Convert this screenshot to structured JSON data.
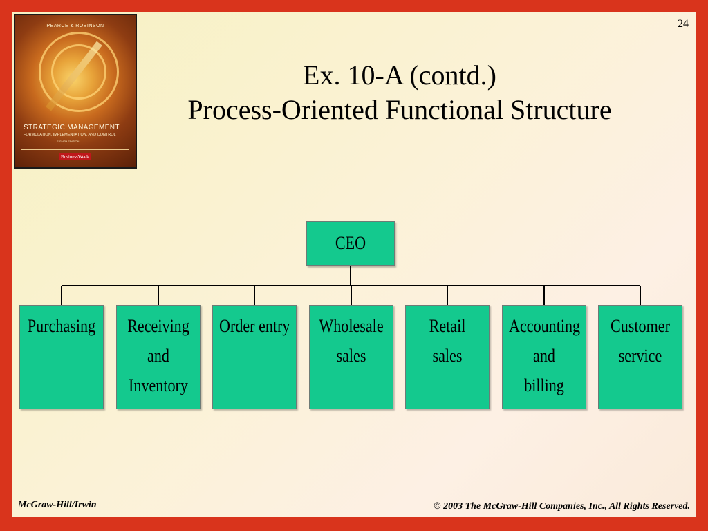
{
  "slide": {
    "number": "24",
    "title_line1": "Ex. 10-A (contd.)",
    "title_line2": "Process-Oriented Functional Structure"
  },
  "book_cover": {
    "author": "PEARCE & ROBINSON",
    "title": "STRATEGIC MANAGEMENT",
    "subtitle": "FORMULATION, IMPLEMENTATION, AND CONTROL",
    "edition": "EIGHTH EDITION",
    "badge": "BusinessWeek"
  },
  "org_chart": {
    "root": {
      "label_lines": [
        "CEO"
      ]
    },
    "children": [
      {
        "label_lines": [
          "Purchasing"
        ]
      },
      {
        "label_lines": [
          "Receiving",
          "and",
          "Inventory"
        ]
      },
      {
        "label_lines": [
          "Order entry"
        ]
      },
      {
        "label_lines": [
          "Wholesale",
          "sales"
        ]
      },
      {
        "label_lines": [
          "Retail",
          "sales"
        ]
      },
      {
        "label_lines": [
          "Accounting",
          "and",
          "billing"
        ]
      },
      {
        "label_lines": [
          "Customer",
          "service"
        ]
      }
    ]
  },
  "footer": {
    "left": "McGraw-Hill/Irwin",
    "right": "© 2003 The McGraw-Hill Companies, Inc., All Rights Reserved."
  },
  "colors": {
    "frame": "#d9341c",
    "box_fill": "#14c98e"
  }
}
